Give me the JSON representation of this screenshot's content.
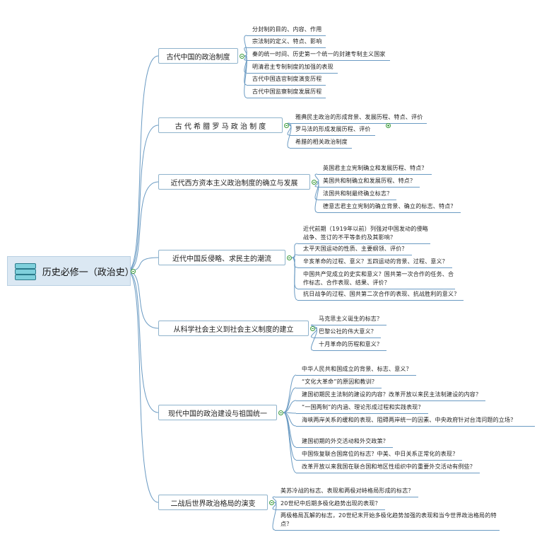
{
  "root": {
    "title": "历史必修一（政治史）",
    "icon": "books-icon"
  },
  "branches": [
    {
      "label": "古代中国的政治制度",
      "children": [
        "分封制的目的、内容、作用",
        "宗法制的定义、特点、影响",
        "秦的统一时间、历史第一个统一的封建专制主义国家",
        "明清君主专制制度的加强的表现",
        "古代中国选官制度演变历程",
        "古代中国监察制度发展历程"
      ]
    },
    {
      "label": "古 代 希 腊 罗 马 政 治 制 度",
      "children": [
        "雅典民主政治的形成背景、发展历程、特点、评价",
        "罗马法的形成发展历程、评价",
        "希腊的相关政治制度"
      ]
    },
    {
      "label": "近代西方资本主义政治制度的确立与发展",
      "children": [
        "英国君主立宪制确立和发展历程、特点？",
        "美国共和制确立和发展历程、特点？",
        "法国共和制最终确立标志？",
        "德意志君主立宪制的确立背景、确立的标志、特点？"
      ]
    },
    {
      "label": "近代中国反侵略、求民主的潮流",
      "children": [
        "近代前期（1919年以前）列强对中国发动的侵略战争、签订的不平等条约及其影响？",
        "太平天国运动的性质、主要纲领、评价？",
        "辛亥革命的过程、意义？五四运动的背景、过程、意义？",
        "中国共产党成立的史实和意义？国共第一次合作的任务、合作标志、合作表现、结果、评价？",
        "抗日战争的过程、国共第二次合作的表现、抗战胜利的意义？"
      ]
    },
    {
      "label": "从科学社会主义到社会主义制度的建立",
      "children": [
        "马克思主义诞生的标志？",
        "巴黎公社的伟大意义？",
        "十月革命的历程和意义？"
      ]
    },
    {
      "label": "现代中国的政治建设与祖国统一",
      "children": [
        "中华人民共和国成立的背景、标志、意义？",
        "“文化大革命”的原因和教训？",
        "建国初期民主法制的建设的内容？改革开放以来民主法制建设的内容？",
        "“一国两制”的内涵、理论形成过程和实践表现？",
        "海峡两岸关系的缓和的表现、阻碍两岸统一的因素、中央政府针对台湾问题的立场？",
        "建国初期的外交活动和外交政策？",
        "中国恢复联合国席位的标志？中美、中日关系正常化的表现？",
        "改革开放以来我国在联合国和地区性组织中的重要外交活动有例些？"
      ]
    },
    {
      "label": "二战后世界政治格局的演变",
      "children": [
        "美苏冷战的标志、表现和两极对峙格局形成的标志？",
        "20世纪中后期多极化趋势出现的表现？",
        "两极格局瓦解的标志，20世纪末开始多极化趋势加强的表现和当今世界政治格局的特点？"
      ]
    }
  ],
  "colors": {
    "line": "#6b9bc3",
    "rootBg": "#dbe8f3",
    "branchBorder": "#8fb3cc",
    "toggle": "#3a9a3a"
  }
}
